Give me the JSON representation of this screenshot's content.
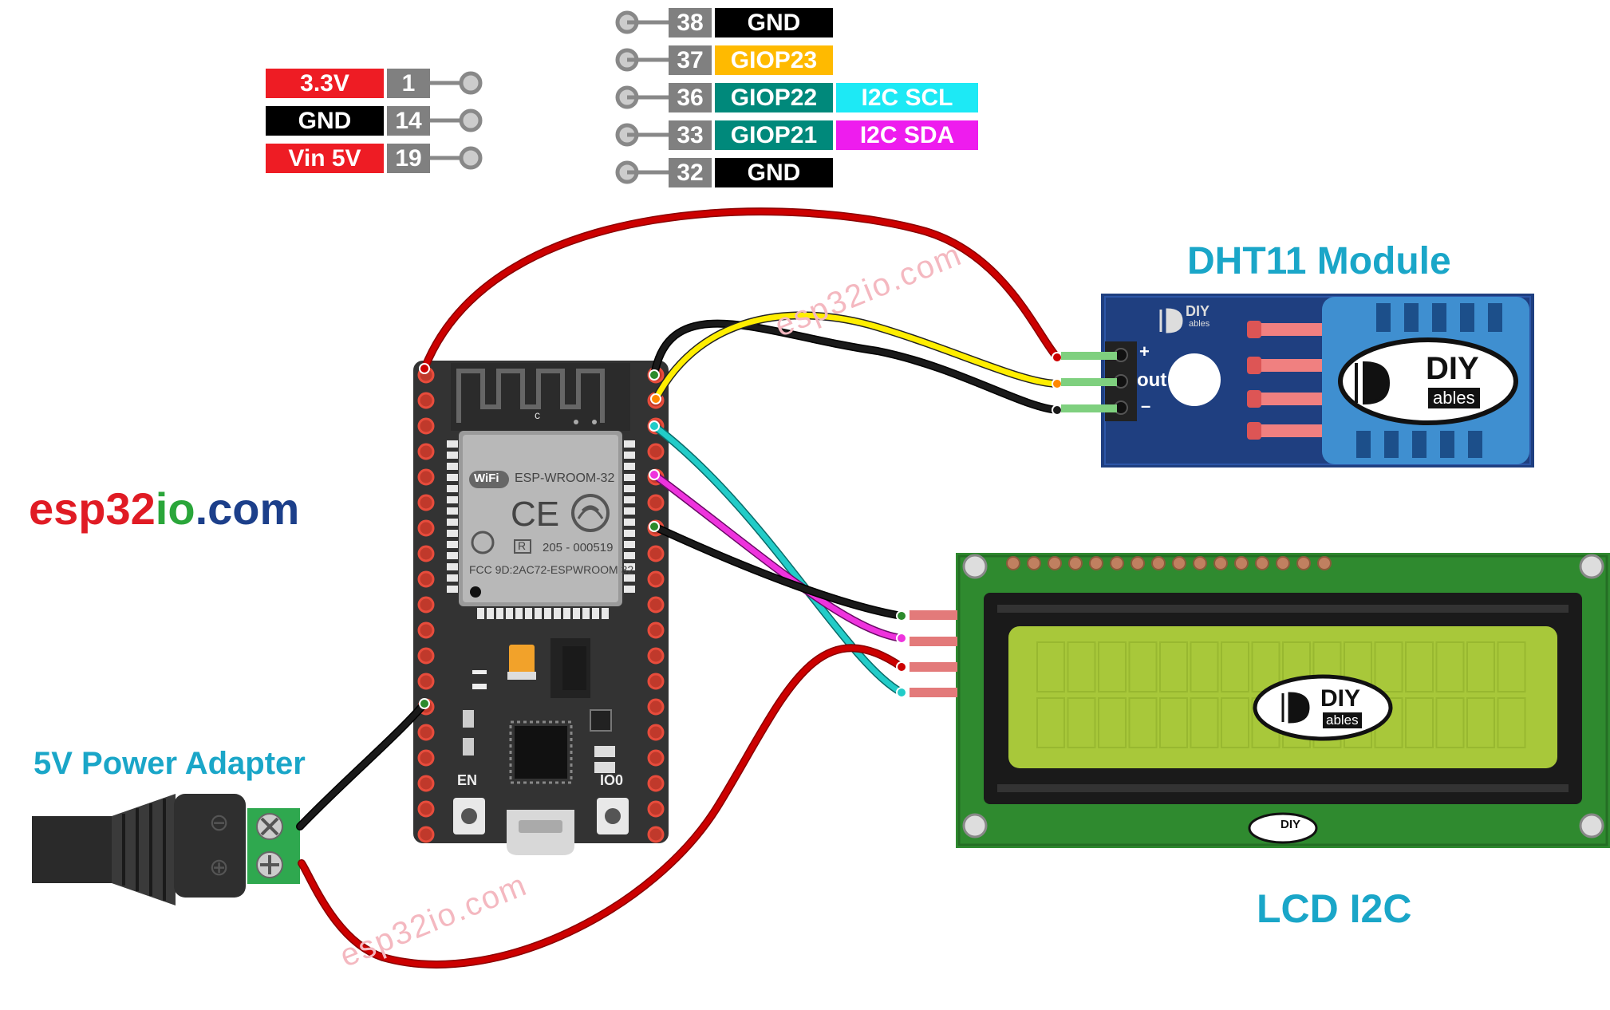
{
  "left_header_pins": [
    {
      "label": "3.3V",
      "number": "1",
      "color": "#ee1c24"
    },
    {
      "label": "GND",
      "number": "14",
      "color": "#000000"
    },
    {
      "label": "Vin 5V",
      "number": "19",
      "color": "#ee1c24"
    }
  ],
  "right_header_pins": [
    {
      "label": "GND",
      "number": "38",
      "color": "#000000",
      "func": "",
      "func_color": ""
    },
    {
      "label": "GIOP23",
      "number": "37",
      "color": "#ffba00",
      "func": "",
      "func_color": ""
    },
    {
      "label": "GIOP22",
      "number": "36",
      "color": "#00897b",
      "func": "I2C SCL",
      "func_color": "#1de9f5"
    },
    {
      "label": "GIOP21",
      "number": "33",
      "color": "#00897b",
      "func": "I2C SDA",
      "func_color": "#ee1cee"
    },
    {
      "label": "GND",
      "number": "32",
      "color": "#000000",
      "func": "",
      "func_color": ""
    }
  ],
  "brand": {
    "left": "esp32",
    "mid": "io",
    "right": ".com"
  },
  "watermark": "esp32io.com",
  "labels": {
    "dht11": "DHT11 Module",
    "lcd": "LCD I2C",
    "power": "5V Power Adapter"
  },
  "esp32": {
    "module_name": "ESP-WROOM-32",
    "wifi": "WiFi",
    "ce": "CE",
    "cert_r": "R",
    "cert_code": "205 - 000519",
    "fcc": "FCC 9D:2AC72-ESPWROOM 32",
    "antenna_mark": "c",
    "en": "EN",
    "io0": "IO0"
  },
  "dht_pins": {
    "plus": "+",
    "out": "out",
    "minus": "–"
  },
  "diyables": {
    "top": "DIY",
    "bottom": "ables"
  },
  "power_symbols": {
    "minus": "⊖",
    "plus": "⊕"
  },
  "colors": {
    "red_wire": "#cc0000",
    "black_wire": "#1a1a1a",
    "yellow_wire": "#ffee00",
    "cyan_wire": "#22ccc8",
    "magenta_wire": "#ee33dd",
    "board": "#333333",
    "lcd_pcb": "#2f8a2f",
    "lcd_screen": "#a8c83a",
    "dht_pcb": "#1f3f80",
    "dht_sensor": "#3f8fd0",
    "title_cyan": "#1aa6c8"
  }
}
